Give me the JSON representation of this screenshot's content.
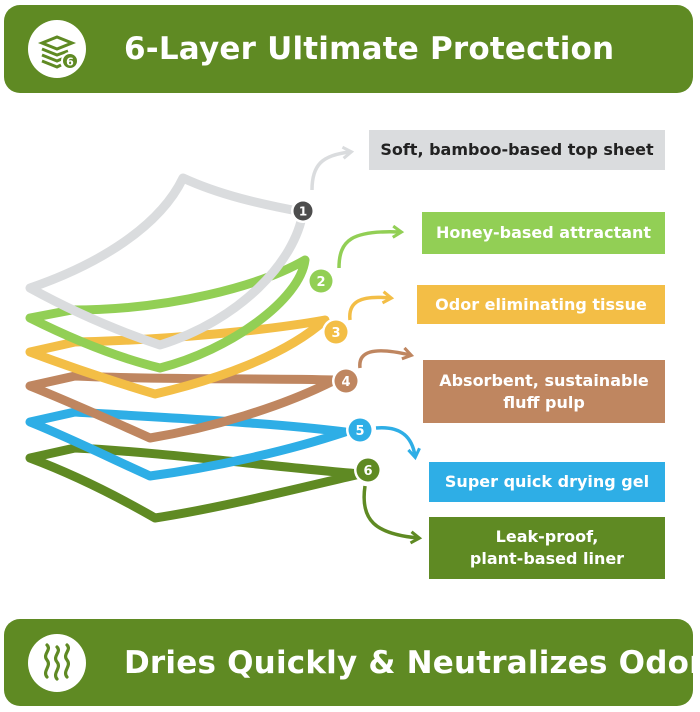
{
  "header": {
    "title": "6-Layer Ultimate Protection",
    "icon": "layers-stack-icon",
    "icon_badge": "6"
  },
  "footer": {
    "title": "Dries Quickly & Neutralizes Odors",
    "icon": "odor-waves-icon"
  },
  "colors": {
    "banner": "#5f8a23",
    "layer1": "#dadcde",
    "layer2": "#92cf55",
    "layer3": "#f3be46",
    "layer4": "#bf8660",
    "layer5": "#2eaee6",
    "layer6": "#5f8a23"
  },
  "layers": [
    {
      "number": "1",
      "label": "Soft, bamboo-based top sheet"
    },
    {
      "number": "2",
      "label": "Honey-based attractant"
    },
    {
      "number": "3",
      "label": "Odor eliminating tissue"
    },
    {
      "number": "4",
      "label": "Absorbent, sustainable\nfluff pulp"
    },
    {
      "number": "5",
      "label": "Super quick drying gel"
    },
    {
      "number": "6",
      "label": "Leak-proof,\nplant-based liner"
    }
  ]
}
